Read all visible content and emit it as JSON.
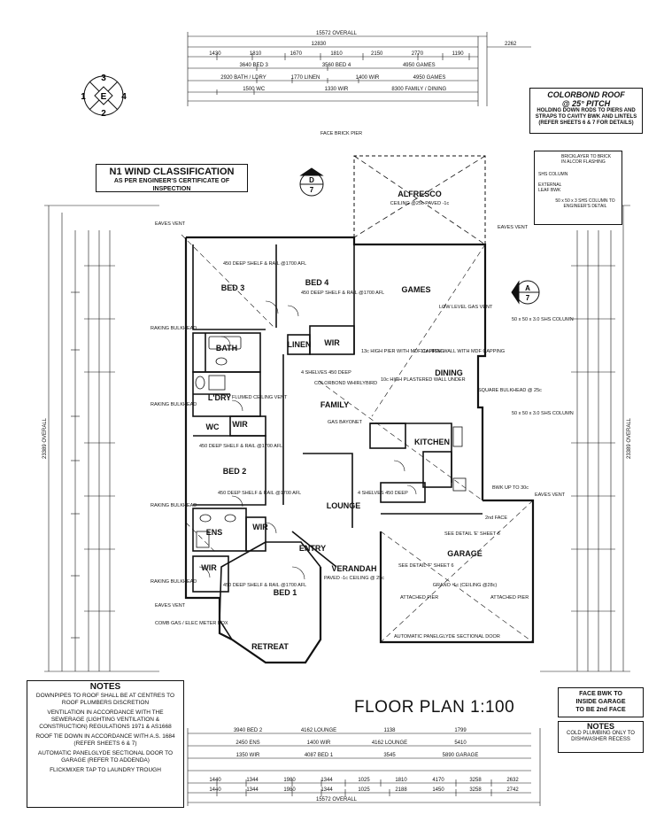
{
  "title": "FLOOR PLAN 1:100",
  "overall_dims": {
    "top": "15572 OVERALL",
    "bottom": "15572 OVERALL",
    "left": "23389 OVERALL",
    "right": "23389 OVERALL"
  },
  "compass": {
    "n": "3",
    "e": "4",
    "s": "2",
    "w": "1",
    "center": "E"
  },
  "wind": {
    "title": "N1 WIND CLASSIFICATION",
    "subtitle": "AS PER ENGINEER'S CERTIFICATE OF INSPECTION"
  },
  "roof": {
    "title": "COLORBOND ROOF",
    "pitch": "@ 25° PITCH",
    "lines": [
      "HOLDING DOWN RODS TO PIERS AND",
      "STRAPS TO CAVITY BWK AND LINTELS",
      "(REFER SHEETS 6 & 7 FOR DETAILS)"
    ]
  },
  "brick_detail": {
    "lines": [
      "BRICKLAYER TO BRICK",
      "IN ALCOR FLASHING"
    ],
    "shs": "SHS COLUMN",
    "ext": "EXTERNAL LEAF BWK",
    "col": "50 x 50 x 3 SHS COLUMN TO ENGINEER'S DETAIL"
  },
  "rooms": {
    "alfresco": "ALFRESCO",
    "alfresco_sub": "CEILING @25c PAVED -1c",
    "games": "GAMES",
    "bed3": "BED 3",
    "bed4": "BED 4",
    "bath": "BATH",
    "linen": "LINEN",
    "wir": "WIR",
    "wc": "WC",
    "ldry": "L'DRY",
    "family": "FAMILY",
    "dining": "DINING",
    "kitchen": "KITCHEN",
    "bed2": "BED 2",
    "ens": "ENS",
    "lounge": "LOUNGE",
    "entry": "ENTRY",
    "verandah": "VERANDAH",
    "verandah_sub": "PAVED -1c CEILING @ 25c",
    "garage": "GARAGE",
    "garage_sub": "GRANO -1c (CEILING @28c)",
    "bed1": "BED 1",
    "retreat": "RETREAT"
  },
  "annotations": {
    "shelf": "450 DEEP SHELF & RAIL @1700 AFL",
    "shelves": "4 SHELVES 450 DEEP",
    "eaves_vent": "EAVES VENT",
    "face_brick_pier": "FACE BRICK PIER",
    "raking": "RAKING BULKHEAD",
    "low_level_gas": "LOW LEVEL GAS VENT",
    "high_pier": "13c HIGH PIER WITH MDF CAPPING",
    "high_wall": "11c HIGH WALL WITH MDF CAPPING",
    "plastered_wall": "10c HIGH PLASTERED WALL UNDER",
    "colorbond_whirly": "COLORBOND WHIRLYBIRD",
    "gas_bayonet": "GAS BAYONET",
    "square_bulkhead": "SQUARE BULKHEAD @ 25c",
    "shs_column": "50 x 50 x 3.0 SHS COLUMN",
    "bwk_up": "BWK UP TO 30c",
    "panelglyde": "AUTOMATIC PANELGLYDE SECTIONAL DOOR",
    "meter_box": "COMB GAS / ELEC METER BOX",
    "flumed": "FLUMED CEILING VENT",
    "see_detail_e": "SEE DETAIL 'E' SHEET 6",
    "see_detail_f": "SEE DETAIL 'F' SHEET 6",
    "attached_pier": "ATTACHED PIER",
    "second_face": "2nd FACE"
  },
  "notes": {
    "title": "NOTES",
    "items": [
      "DOWNPIPES TO ROOF SHALL BE AT CENTRES TO ROOF PLUMBERS DISCRETION",
      "VENTILATION IN ACCORDANCE WITH THE SEWERAGE (LIGHTING VENTILATION & CONSTRUCTION) REGULATIONS 1971 & AS1668",
      "ROOF TIE DOWN IN ACCORDANCE WITH A.S. 1684 (REFER SHEETS 6 & 7)",
      "AUTOMATIC PANELGLYDE SECTIONAL DOOR TO GARAGE (REFER TO ADDENDA)",
      "FLICKMIXER TAP TO LAUNDRY TROUGH"
    ]
  },
  "face_bwk": {
    "lines": [
      "FACE BWK TO",
      "INSIDE GARAGE",
      "TO BE 2nd FACE"
    ]
  },
  "notes2": {
    "title": "NOTES",
    "text": "COLD PLUMBING ONLY TO DISHWASHER RECESS"
  },
  "dim_strings": {
    "top1": [
      "1430",
      "1810",
      "1670",
      "1810",
      "2150",
      "2770",
      "1190"
    ],
    "top2": [
      "3640 BED 3",
      "3560 BED 4",
      "4950 GAMES"
    ],
    "top3": [
      "2920 BATH / LDRY",
      "1770 LINEN",
      "1400 WIR",
      "4950 GAMES"
    ],
    "top4": [
      "1500 WC",
      "1330 WIR",
      "8300 FAMILY / DINING"
    ],
    "bot1": [
      "3940 BED 2",
      "4162 LOUNGE",
      "1138",
      "1799"
    ],
    "bot2": [
      "2450 ENS",
      "1400 WIR",
      "4162 LOUNGE",
      "5410"
    ],
    "bot3": [
      "1350 WIR",
      "4087 BED 1",
      "3545",
      "5890 GARAGE"
    ],
    "bot4": [
      "1440",
      "1344",
      "1980",
      "1344",
      "1025",
      "1810",
      "4170",
      "3258",
      "2632"
    ],
    "bot5": [
      "1440",
      "1344",
      "1980",
      "1344",
      "1025",
      "2188",
      "1450",
      "3258",
      "2742"
    ],
    "overall_top": "12830",
    "right_w": "2262"
  },
  "sections": {
    "d": "D",
    "d_num": "7",
    "a": "A",
    "a_num": "7"
  }
}
